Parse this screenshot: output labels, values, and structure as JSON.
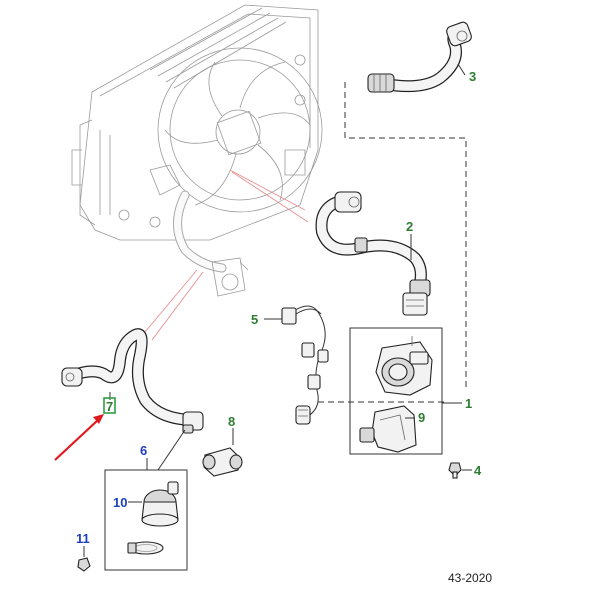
{
  "callouts": [
    {
      "id": "1",
      "text": "1",
      "color": "green"
    },
    {
      "id": "2",
      "text": "2",
      "color": "green"
    },
    {
      "id": "3",
      "text": "3",
      "color": "green"
    },
    {
      "id": "4",
      "text": "4",
      "color": "green"
    },
    {
      "id": "5",
      "text": "5",
      "color": "green"
    },
    {
      "id": "6",
      "text": "6",
      "color": "blue"
    },
    {
      "id": "7",
      "text": "7",
      "color": "green"
    },
    {
      "id": "8",
      "text": "8",
      "color": "green"
    },
    {
      "id": "9",
      "text": "9",
      "color": "green"
    },
    {
      "id": "10",
      "text": "10",
      "color": "blue"
    },
    {
      "id": "11",
      "text": "11",
      "color": "blue"
    }
  ],
  "reference_code": "43-2020",
  "colors": {
    "callout_green": "#2e7d32",
    "callout_blue": "#1f3fbf",
    "pointer_arrow": "#e0191f",
    "highlight_box": "#2ea043",
    "linework": "#222222"
  },
  "pointer_icon": "red-arrow-icon"
}
